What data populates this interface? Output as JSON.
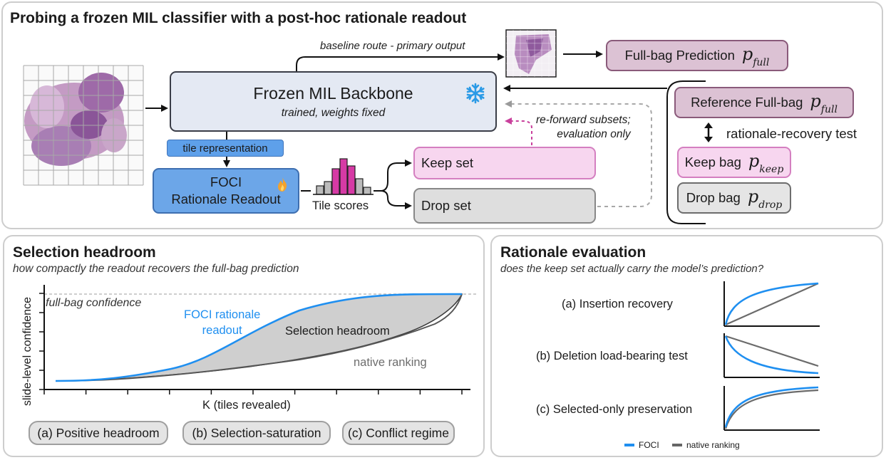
{
  "top_panel": {
    "title": "Probing a frozen MIL classifier with a post-hoc rationale readout",
    "baseline_route_label": "baseline route - primary output",
    "backbone": {
      "title": "Frozen MIL Backbone",
      "subtitle": "trained, weights fixed",
      "icon": "snowflake-icon"
    },
    "tile_representation_label": "tile representation",
    "foci": {
      "line1": "FOCI",
      "line2": "Rationale Readout",
      "icon": "flame-icon"
    },
    "tile_scores_label": "Tile scores",
    "keep_set_label": "Keep set",
    "drop_set_label": "Drop set",
    "reforward_line1": "re-forward subsets;",
    "reforward_line2": "evaluation only",
    "fullbag_prediction_label": "Full-bag Prediction",
    "reference_fullbag_label": "Reference Full-bag",
    "recovery_test_label": "rationale-recovery test",
    "keep_bag_label": "Keep bag",
    "drop_bag_label": "Drop bag",
    "p_symbol": "p",
    "sub_full": "full",
    "sub_keep": "keep",
    "sub_drop": "drop",
    "colors": {
      "backbone": "#e4e9f3",
      "foci": "#6ca6e8",
      "keep": "#f7d6ef",
      "drop": "#dedede",
      "prediction": "#dcc2d4",
      "score_bar": "#d63aa5"
    }
  },
  "selection_panel": {
    "title": "Selection headroom",
    "subtitle": "how compactly the readout recovers the full-bag prediction",
    "y_axis_label": "slide-level confidence",
    "x_axis_label": "K (tiles revealed)",
    "fullbag_confidence_label": "full-bag confidence",
    "foci_curve_line1": "FOCI rationale",
    "foci_curve_line2": "readout",
    "headroom_label": "Selection headroom",
    "native_label": "native ranking",
    "pills": [
      "(a) Positive headroom",
      "(b) Selection-saturation",
      "(c) Conflict regime"
    ],
    "colors": {
      "foci": "#1f8ff0",
      "native": "#777777",
      "headroom_fill": "#cfcfcf"
    }
  },
  "evaluation_panel": {
    "title": "Rationale evaluation",
    "subtitle": "does the keep set actually carry the model’s prediction?",
    "rows": [
      "(a) Insertion recovery",
      "(b) Deletion load-bearing test",
      "(c) Selected-only preservation"
    ],
    "legend": [
      {
        "label": "FOCI",
        "color": "#1f8ff0"
      },
      {
        "label": "native ranking",
        "color": "#666666"
      }
    ]
  }
}
